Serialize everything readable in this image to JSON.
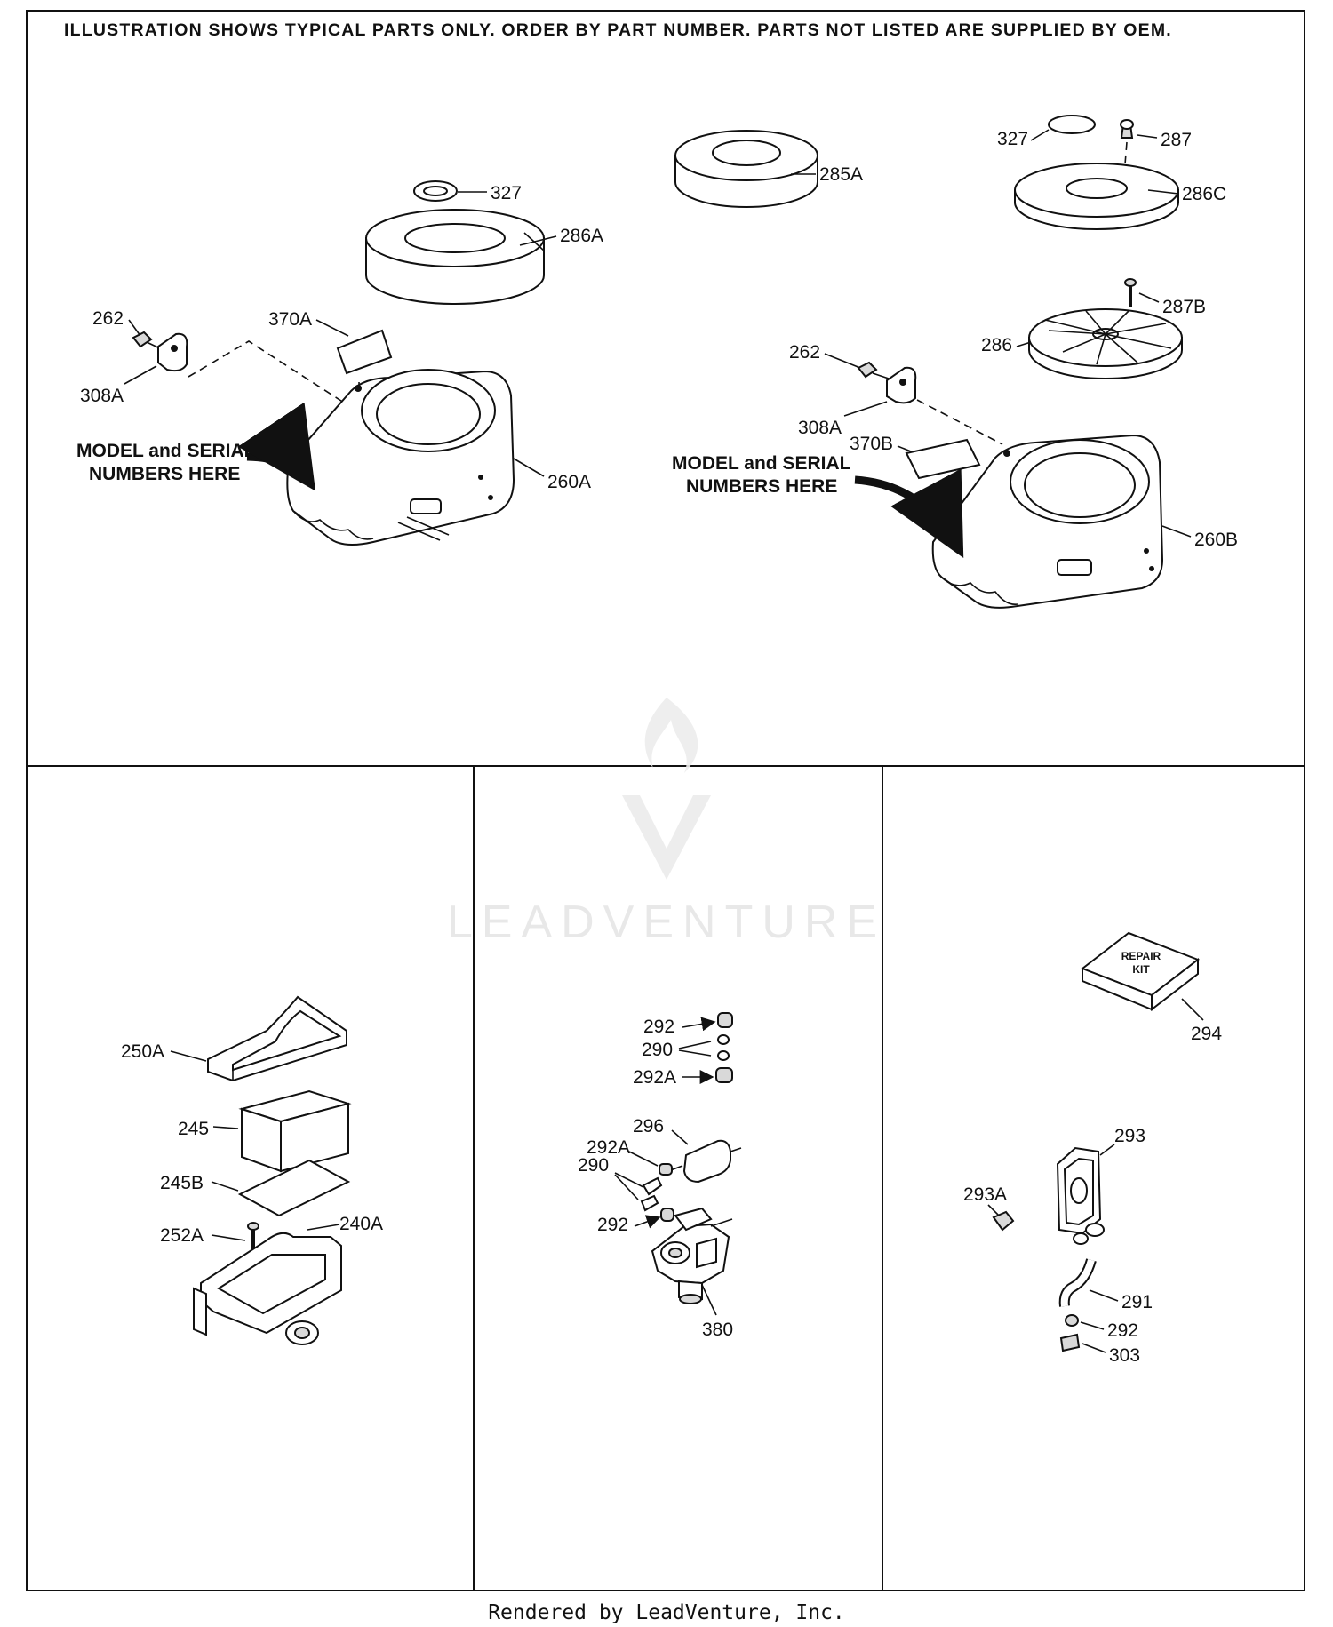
{
  "header": "ILLUSTRATION SHOWS TYPICAL PARTS ONLY. ORDER BY PART NUMBER. PARTS NOT LISTED ARE SUPPLIED BY OEM.",
  "watermark": "LEADVENTURE",
  "footer": "Rendered by LeadVenture, Inc.",
  "notes": {
    "model_serial_1": [
      "MODEL and SERIAL",
      "NUMBERS HERE"
    ],
    "model_serial_2": [
      "MODEL and SERIAL",
      "NUMBERS HERE"
    ],
    "repair_kit": [
      "REPAIR",
      "KIT"
    ]
  },
  "labels": {
    "p327a": "327",
    "p286a": "286A",
    "p262a": "262",
    "p370a": "370A",
    "p308a_1": "308A",
    "p260a": "260A",
    "p285a": "285A",
    "p327b": "327",
    "p287": "287",
    "p286c": "286C",
    "p287b": "287B",
    "p286": "286",
    "p262b": "262",
    "p308a_2": "308A",
    "p370b": "370B",
    "p260b": "260B",
    "p250a": "250A",
    "p245": "245",
    "p245b": "245B",
    "p252a": "252A",
    "p240a": "240A",
    "p292_1": "292",
    "p290_1": "290",
    "p292a_1": "292A",
    "p296": "296",
    "p292a_2": "292A",
    "p290_2": "290",
    "p292_2": "292",
    "p380": "380",
    "p294": "294",
    "p293": "293",
    "p293a": "293A",
    "p291": "291",
    "p292_3": "292",
    "p303": "303"
  },
  "colors": {
    "ink": "#111111",
    "watermark": "#e6e6e6",
    "background": "#ffffff"
  }
}
